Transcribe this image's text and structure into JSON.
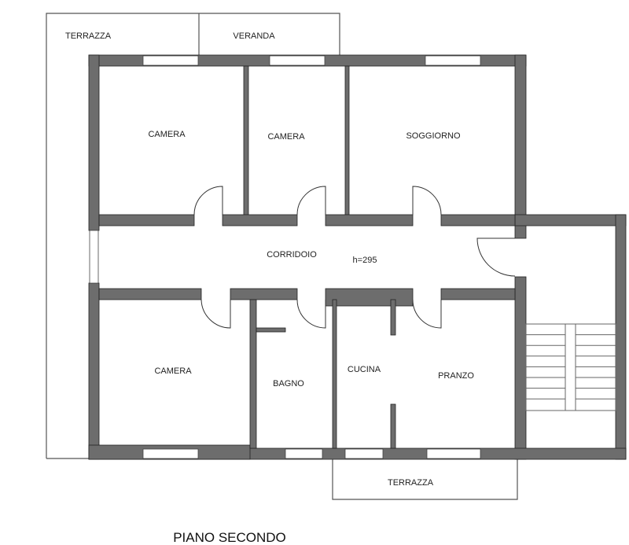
{
  "plan": {
    "title": "PIANO SECONDO",
    "height_note": "h=295",
    "rooms": {
      "terrazza_top": "TERRAZZA",
      "veranda": "VERANDA",
      "camera_1": "CAMERA",
      "camera_2": "CAMERA",
      "soggiorno": "SOGGIORNO",
      "corridoio": "CORRIDOIO",
      "camera_3": "CAMERA",
      "bagno": "BAGNO",
      "cucina": "CUCINA",
      "pranzo": "PRANZO",
      "terrazza_bottom": "TERRAZZA"
    },
    "colors": {
      "wall": "#6d6d6d",
      "line": "#555555"
    }
  }
}
